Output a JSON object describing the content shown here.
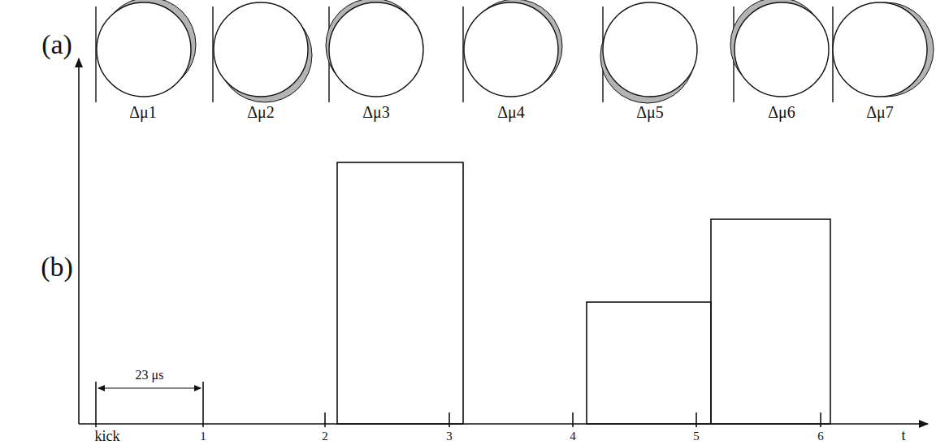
{
  "diagram": {
    "labels": [
      "(a)",
      "Δμ1",
      "Δμ2",
      "Δμ3",
      "Δμ4",
      "Δμ5",
      "Δμ6",
      "Δμ7",
      "(b)",
      "23 μs",
      "kick",
      "1",
      "2",
      "3",
      "4",
      "5",
      "6",
      "t"
    ]
  }
}
